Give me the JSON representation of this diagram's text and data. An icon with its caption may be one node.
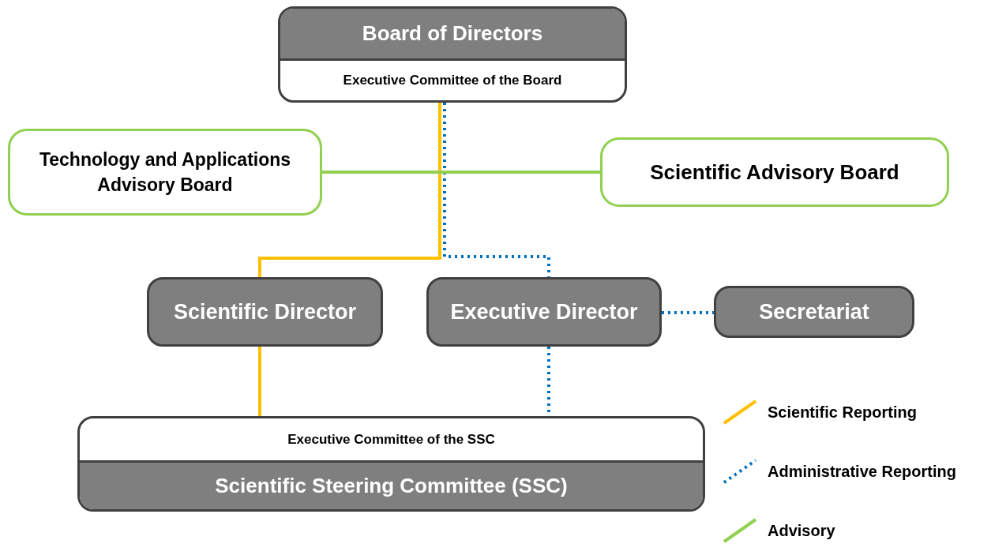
{
  "diagram": {
    "nodes": [
      {
        "text": [
          "Board of Directors",
          "Executive Committee of the Board"
        ]
      },
      {
        "text": [
          "Technology and Applications Advisory Board"
        ]
      },
      {
        "text": [
          "Scientific Advisory Board"
        ]
      },
      {
        "text": [
          "Scientific Director"
        ]
      },
      {
        "text": [
          "Executive Director"
        ]
      },
      {
        "text": [
          "Secretariat"
        ]
      },
      {
        "text": [
          "Executive Committee of the SSC",
          "Scientific Steering Committee (SSC)"
        ]
      }
    ],
    "edges": [
      {
        "from": 0,
        "to": 3,
        "arrow": "none",
        "color": "#ffc000"
      },
      {
        "from": 0,
        "to": 4,
        "arrow": "none",
        "style": "dashed",
        "color": "#0070c0"
      },
      {
        "from": 1,
        "to": 2,
        "arrow": "none",
        "color": "#92d050"
      },
      {
        "from": 3,
        "to": 6,
        "arrow": "none",
        "color": "#ffc000"
      },
      {
        "from": 4,
        "to": 6,
        "arrow": "none",
        "style": "dashed",
        "color": "#0070c0"
      },
      {
        "from": 4,
        "to": 5,
        "arrow": "none",
        "style": "dashed",
        "color": "#0070c0"
      }
    ],
    "legend": [
      {
        "text": "Scientific Reporting"
      },
      {
        "text": "Administrative Reporting"
      },
      {
        "text": "Advisory"
      }
    ]
  }
}
